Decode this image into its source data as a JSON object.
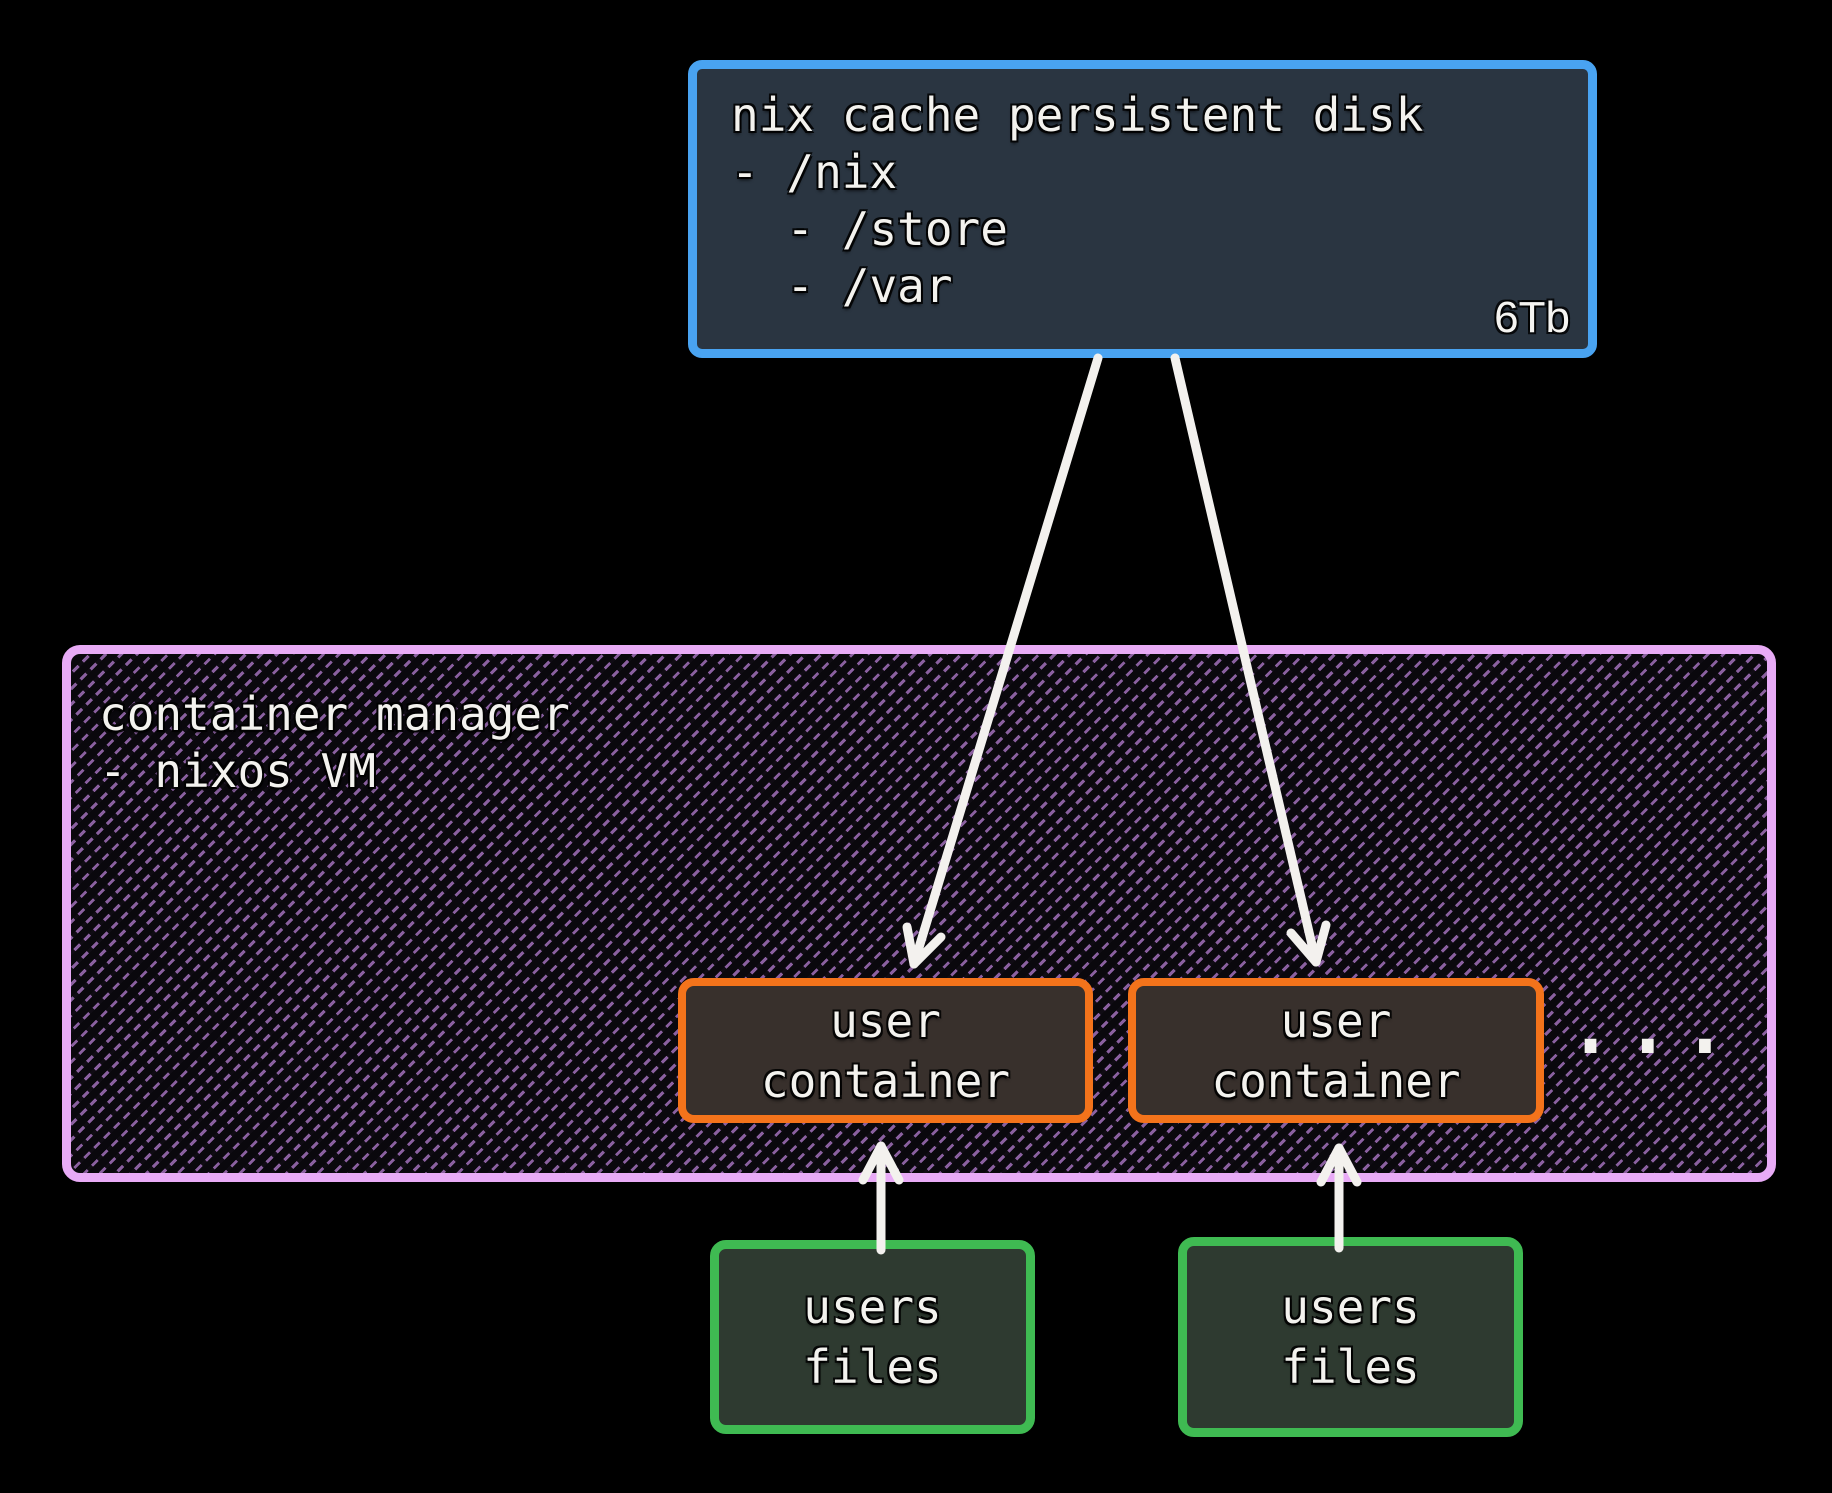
{
  "disk": {
    "title": "nix cache persistent disk",
    "mounts": [
      "- /nix",
      "  - /store",
      "  - /var"
    ],
    "capacity": "6Tb"
  },
  "manager": {
    "title": "container manager",
    "subtitle": "- nixos VM"
  },
  "containers": [
    {
      "label": "user\ncontainer"
    },
    {
      "label": "user\ncontainer"
    }
  ],
  "more_indicator": "...",
  "files": [
    {
      "label": "users\nfiles"
    },
    {
      "label": "users\nfiles"
    }
  ],
  "colors": {
    "background": "#000000",
    "disk_border": "#49a3f1",
    "disk_bg": "#2a3541",
    "manager_border": "#e8abf6",
    "manager_hatch": "#9a6cb5",
    "container_border": "#f3731b",
    "container_bg": "#38302c",
    "files_border": "#3fba52",
    "files_bg": "#2e3a30",
    "arrow": "#f3f1ee",
    "text": "#f3f2ee"
  }
}
